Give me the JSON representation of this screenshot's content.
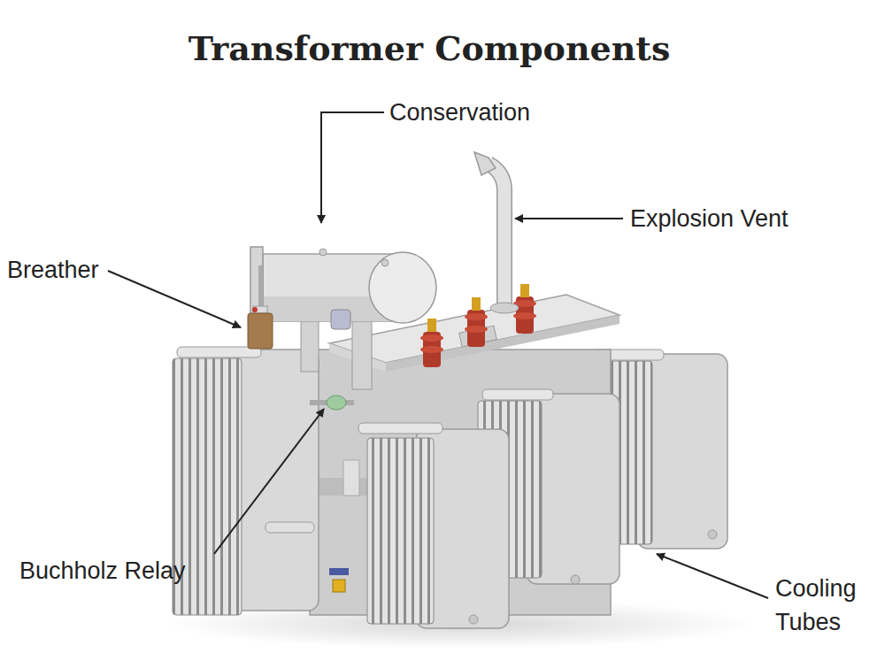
{
  "diagram": {
    "title": "Transformer Components",
    "labels": [
      "Conservation",
      "Explosion Vent",
      "Breather",
      "Buchholz Relay",
      "Cooling Tubes"
    ]
  }
}
